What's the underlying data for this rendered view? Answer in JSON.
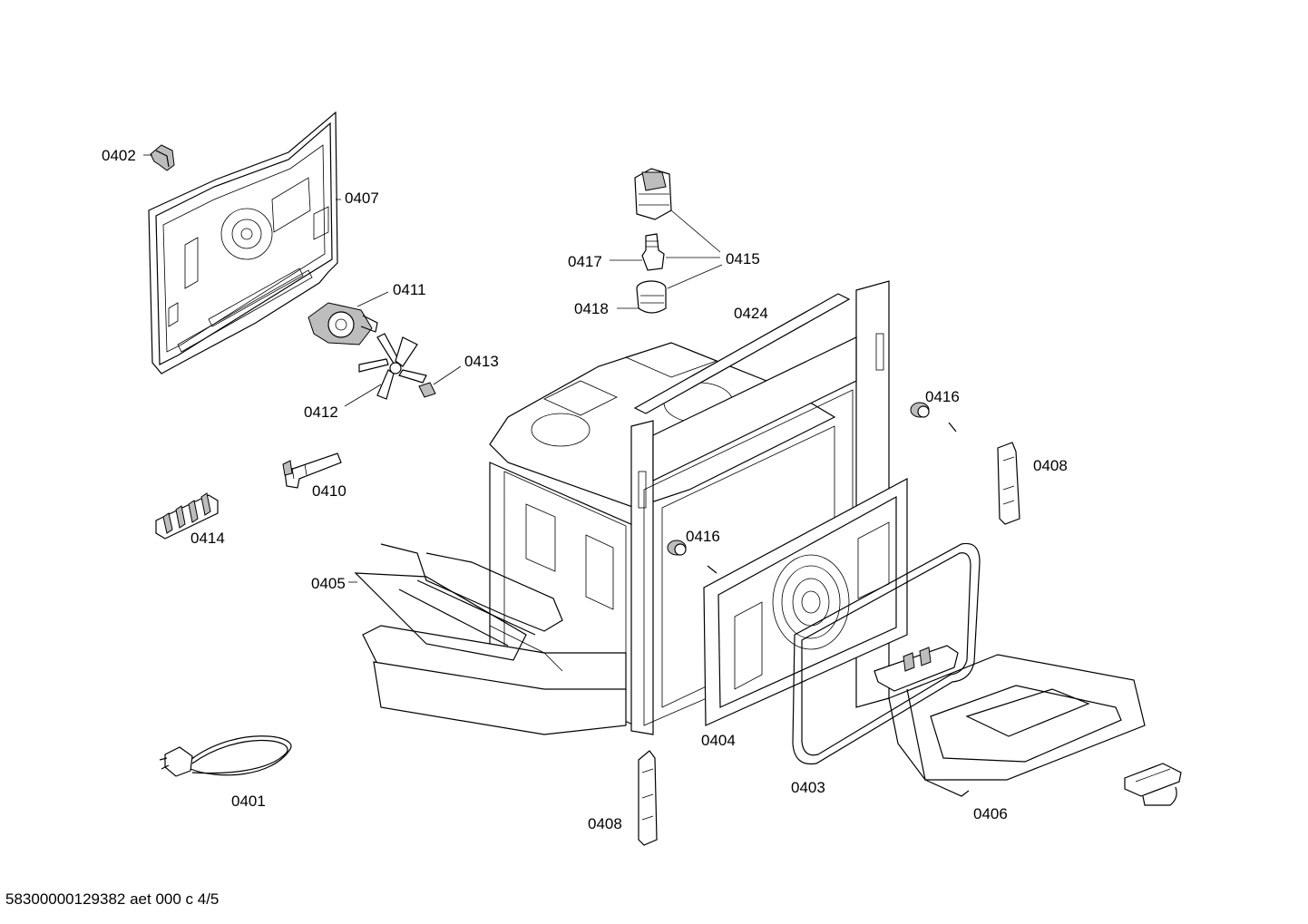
{
  "parts": [
    {
      "id": "p0402",
      "label": "0402"
    },
    {
      "id": "p0407",
      "label": "0407"
    },
    {
      "id": "p0411",
      "label": "0411"
    },
    {
      "id": "p0413",
      "label": "0413"
    },
    {
      "id": "p0412",
      "label": "0412"
    },
    {
      "id": "p0410",
      "label": "0410"
    },
    {
      "id": "p0414",
      "label": "0414"
    },
    {
      "id": "p0405",
      "label": "0405"
    },
    {
      "id": "p0401",
      "label": "0401"
    },
    {
      "id": "p0417",
      "label": "0417"
    },
    {
      "id": "p0415",
      "label": "0415"
    },
    {
      "id": "p0418",
      "label": "0418"
    },
    {
      "id": "p0424",
      "label": "0424"
    },
    {
      "id": "p0416a",
      "label": "0416"
    },
    {
      "id": "p0416b",
      "label": "0416"
    },
    {
      "id": "p0408a",
      "label": "0408"
    },
    {
      "id": "p0408b",
      "label": "0408"
    },
    {
      "id": "p0404",
      "label": "0404"
    },
    {
      "id": "p0403",
      "label": "0403"
    },
    {
      "id": "p0406",
      "label": "0406"
    }
  ],
  "footer": "58300000129382 aet 000 c 4/5"
}
